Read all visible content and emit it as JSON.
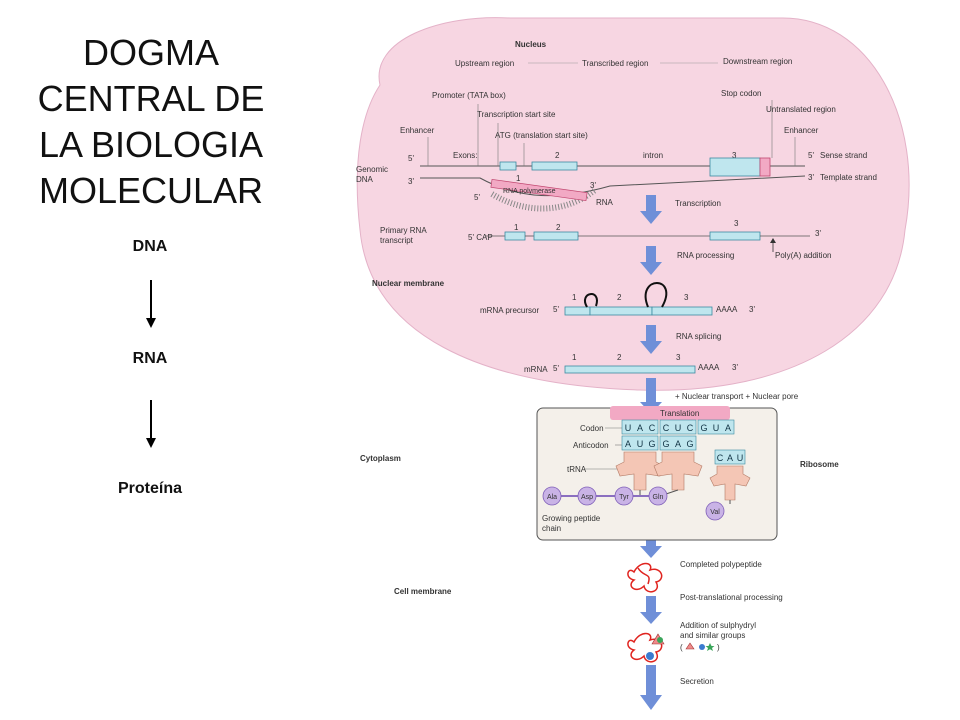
{
  "slide": {
    "title_lines": [
      "DOGMA",
      "CENTRAL DE",
      "LA BIOLOGIA",
      "MOLECULAR"
    ],
    "flow": [
      "DNA",
      "RNA",
      "Proteína"
    ]
  },
  "figure": {
    "nucleus": "Nucleus",
    "upstream": "Upstream region",
    "transcribed": "Transcribed region",
    "downstream": "Downstream region",
    "promoter": "Promoter (TATA box)",
    "tss": "Transcription start site",
    "atg": "ATG (translation start site)",
    "stop": "Stop codon",
    "utr": "Untranslated region",
    "enhancer": "Enhancer",
    "exons": "Exons:",
    "intron": "intron",
    "genomic": [
      "Genomic",
      "DNA"
    ],
    "sense": "Sense strand",
    "template": "Template strand",
    "five": "5'",
    "three": "3'",
    "rnapol": "RNA polymerase",
    "rna": "RNA",
    "transcription": "Transcription",
    "primary": [
      "Primary RNA",
      "transcript"
    ],
    "cap": "5' CAP",
    "processing": "RNA processing",
    "polya": "Poly(A) addition",
    "nuclear_membrane": "Nuclear membrane",
    "mrna_precursor": "mRNA precursor",
    "splicing": "RNA splicing",
    "mrna": "mRNA",
    "aaaa": "AAAA",
    "transport": "+ Nuclear transport + Nuclear pore",
    "translation": "Translation",
    "codon": "Codon",
    "anticodon": "Anticodon",
    "trna": "tRNA",
    "cytoplasm": "Cytoplasm",
    "ribosome": "Ribosome",
    "growing": [
      "Growing peptide",
      "chain"
    ],
    "completed": "Completed polypeptide",
    "cell_membrane": "Cell membrane",
    "post": "Post-translational processing",
    "addition": [
      "Addition of sulphydryl",
      "and similar groups"
    ],
    "secretion": "Secretion",
    "exon_nums": [
      "1",
      "2",
      "3"
    ],
    "codons": [
      [
        "U",
        "A",
        "C"
      ],
      [
        "C",
        "U",
        "C"
      ],
      [
        "G",
        "U",
        "A"
      ]
    ],
    "anticodons": [
      [
        "A",
        "U",
        "G"
      ],
      [
        "G",
        "A",
        "G"
      ]
    ],
    "val_anticodon": [
      "C",
      "A",
      "U"
    ],
    "amino": [
      "Ala",
      "Asp",
      "Tyr",
      "Gln",
      "Val"
    ],
    "colors": {
      "nucleus_fill": "#f7d6e2",
      "exon": "#bfe6ee",
      "arrow": "#6f8fd8",
      "translation_bar": "#f2a9c4",
      "trna": "#f4c6b5",
      "amino": "#c9b3e6",
      "polypeptide": "#e0241f"
    }
  }
}
